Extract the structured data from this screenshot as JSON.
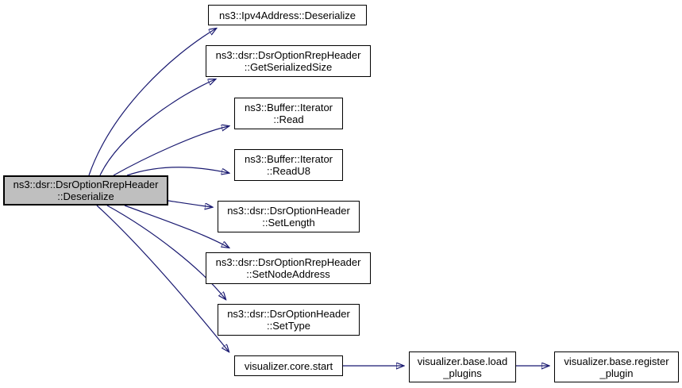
{
  "diagram": {
    "kind": "doxygen-call-graph",
    "colors": {
      "edge": "#191970",
      "node_border": "#000000",
      "node_fill": "#ffffff",
      "highlight_node_fill": "#bfbfbf",
      "background": "#ffffff",
      "text": "#000000"
    },
    "nodes": [
      {
        "id": "deserialize",
        "label": "ns3::dsr::DsrOptionRrepHeader\n::Deserialize",
        "highlighted": true
      },
      {
        "id": "ipv4-deserialize",
        "label": "ns3::Ipv4Address::Deserialize",
        "highlighted": false
      },
      {
        "id": "get-serialized-size",
        "label": "ns3::dsr::DsrOptionRrepHeader\n::GetSerializedSize",
        "highlighted": false
      },
      {
        "id": "iterator-read",
        "label": "ns3::Buffer::Iterator\n::Read",
        "highlighted": false
      },
      {
        "id": "iterator-readu8",
        "label": "ns3::Buffer::Iterator\n::ReadU8",
        "highlighted": false
      },
      {
        "id": "set-length",
        "label": "ns3::dsr::DsrOptionHeader\n::SetLength",
        "highlighted": false
      },
      {
        "id": "set-node-address",
        "label": "ns3::dsr::DsrOptionRrepHeader\n::SetNodeAddress",
        "highlighted": false
      },
      {
        "id": "set-type",
        "label": "ns3::dsr::DsrOptionHeader\n::SetType",
        "highlighted": false
      },
      {
        "id": "core-start",
        "label": "visualizer.core.start",
        "highlighted": false
      },
      {
        "id": "load-plugins",
        "label": "visualizer.base.load\n_plugins",
        "highlighted": false
      },
      {
        "id": "register-plugin",
        "label": "visualizer.base.register\n_plugin",
        "highlighted": false
      }
    ],
    "edges": [
      {
        "from": "deserialize",
        "to": "ipv4-deserialize"
      },
      {
        "from": "deserialize",
        "to": "get-serialized-size"
      },
      {
        "from": "deserialize",
        "to": "iterator-read"
      },
      {
        "from": "deserialize",
        "to": "iterator-readu8"
      },
      {
        "from": "deserialize",
        "to": "set-length"
      },
      {
        "from": "deserialize",
        "to": "set-node-address"
      },
      {
        "from": "deserialize",
        "to": "set-type"
      },
      {
        "from": "deserialize",
        "to": "core-start"
      },
      {
        "from": "core-start",
        "to": "load-plugins"
      },
      {
        "from": "load-plugins",
        "to": "register-plugin"
      }
    ]
  }
}
